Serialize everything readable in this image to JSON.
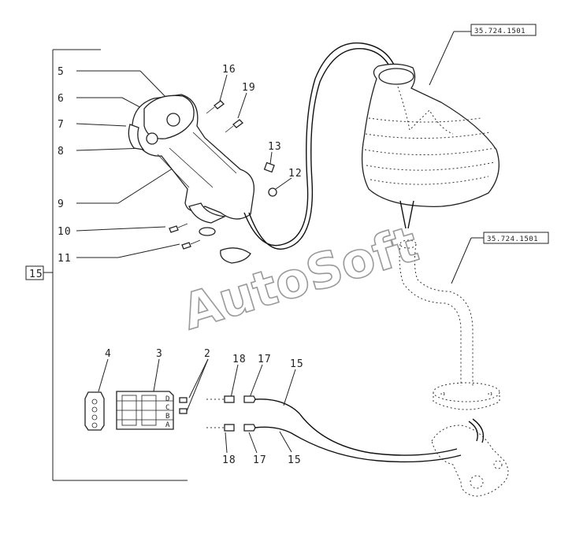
{
  "labels": {
    "c2": "2",
    "c3": "3",
    "c4": "4",
    "c5": "5",
    "c6": "6",
    "c7": "7",
    "c8": "8",
    "c9": "9",
    "c10": "10",
    "c11": "11",
    "c12": "12",
    "c13": "13",
    "c15box": "15",
    "c15a": "15",
    "c15b": "15",
    "c16": "16",
    "c17a": "17",
    "c17b": "17",
    "c18a": "18",
    "c18b": "18",
    "c19": "19"
  },
  "connector_pins": {
    "d": "D",
    "c": "C",
    "b": "B",
    "a": "A"
  },
  "references": {
    "boot": "35.724.1501",
    "column": "35.724.1501"
  },
  "watermark": "AutoSoft"
}
